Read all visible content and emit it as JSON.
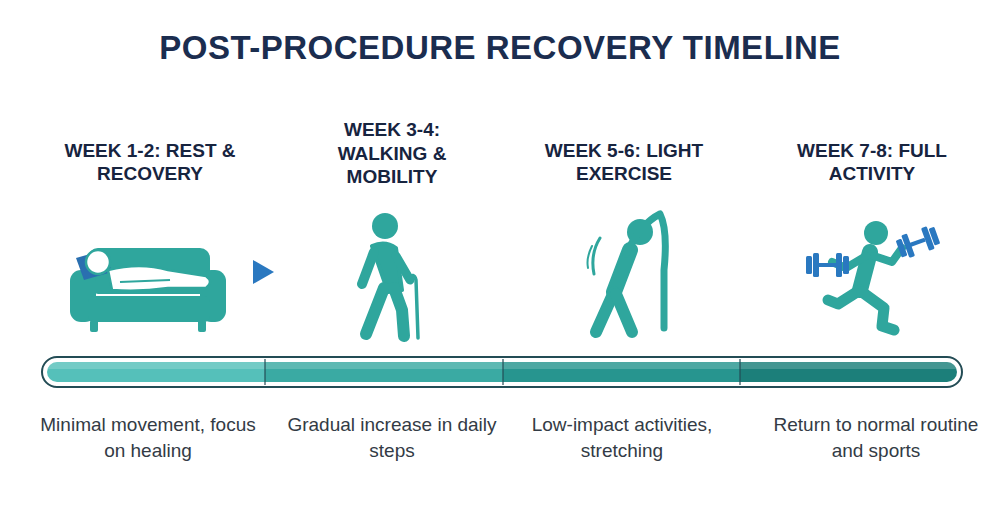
{
  "diagram": {
    "title": "POST-PROCEDURE RECOVERY TIMELINE",
    "labels": [
      "WEEK 1-2: REST & RECOVERY",
      "WEEK 3-4: WALKING & MOBILITY",
      "WEEK 5-6: LIGHT EXERCISE",
      "WEEK 7-8: FULL ACTIVITY",
      "Minimal movement, focus on healing",
      "Gradual increase in daily steps",
      "Low-impact activities, stretching",
      "Return to normal routine and sports"
    ]
  }
}
